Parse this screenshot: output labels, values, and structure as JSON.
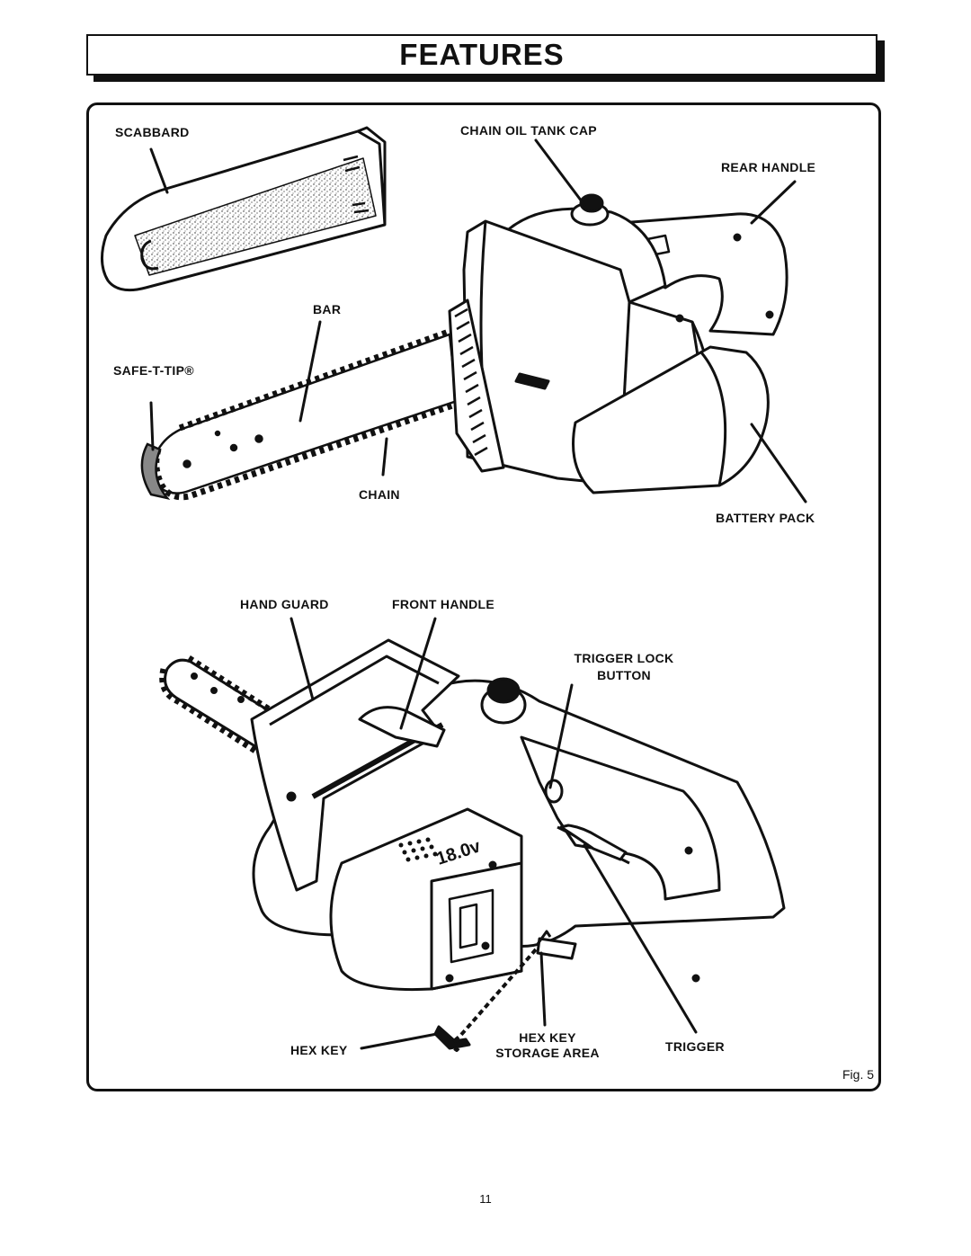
{
  "title": "FEATURES",
  "labels": {
    "scabbard": "SCABBARD",
    "chain_oil_tank_cap": "CHAIN OIL TANK CAP",
    "rear_handle": "REAR HANDLE",
    "bar": "BAR",
    "safe_t_tip": "SAFE-T-TIP®",
    "chain": "CHAIN",
    "battery_pack": "BATTERY PACK",
    "hand_guard": "HAND GUARD",
    "front_handle": "FRONT HANDLE",
    "trigger_lock_line1": "TRIGGER LOCK",
    "trigger_lock_line2": "BUTTON",
    "hex_key": "HEX KEY",
    "hex_key_storage_line1": "HEX KEY",
    "hex_key_storage_line2": "STORAGE AREA",
    "trigger": "TRIGGER",
    "battery_voltage": "18.0v"
  },
  "figure_caption": "Fig. 5",
  "page_number": "11"
}
